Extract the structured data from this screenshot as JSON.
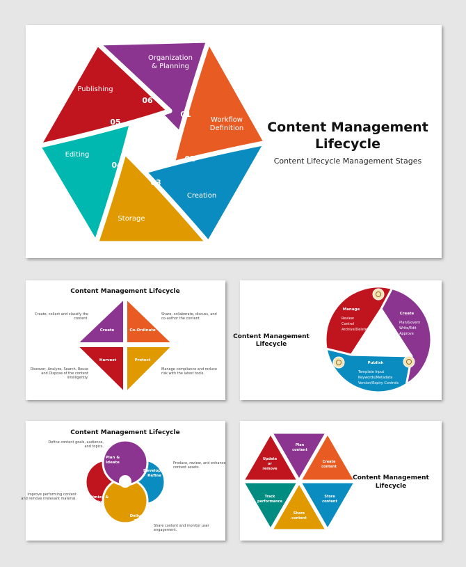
{
  "colors": {
    "purple": "#8B3590",
    "orange": "#E85C24",
    "blue": "#0B8CC0",
    "gold": "#E09A00",
    "teal": "#00B8B0",
    "red": "#C0141E",
    "green": "#008C80"
  },
  "main": {
    "title_line1": "Content Management",
    "title_line2": "Lifecycle",
    "subtitle": "Content Lifecycle Management Stages",
    "stages": [
      {
        "num": "01",
        "label1": "Organization",
        "label2": "& Planning"
      },
      {
        "num": "02",
        "label1": "Workflow",
        "label2": "Definition"
      },
      {
        "num": "03",
        "label1": "Creation",
        "label2": ""
      },
      {
        "num": "04",
        "label1": "Storage",
        "label2": ""
      },
      {
        "num": "05",
        "label1": "Editing",
        "label2": ""
      },
      {
        "num": "06",
        "label1": "Publishing",
        "label2": ""
      }
    ]
  },
  "slide2": {
    "title": "Content Management Lifecycle",
    "quadrants": [
      {
        "label": "Create",
        "desc1": "Create, collect and classify the",
        "desc2": "content.",
        "desc3": ""
      },
      {
        "label": "Co-Ordinate",
        "desc1": "Share, collaborate, discuss, and",
        "desc2": "co-author the content.",
        "desc3": ""
      },
      {
        "label": "Harvest",
        "desc1": "Discover, Analyze, Search, Reuse",
        "desc2": "and Dispose of the content",
        "desc3": "intelligently."
      },
      {
        "label": "Protect",
        "desc1": "Manage compliance and reduce",
        "desc2": "risk with the latest tools.",
        "desc3": ""
      }
    ]
  },
  "slide3": {
    "title_line1": "Content Management",
    "title_line2": "Lifecycle",
    "sections": [
      {
        "label": "Manage",
        "items": [
          "Review",
          "Control",
          "Archive/Delete"
        ]
      },
      {
        "label": "Create",
        "items": [
          "Plan/Govern",
          "Write/Edit",
          "Approve"
        ]
      },
      {
        "label": "Publish",
        "items": [
          "Template Input",
          "Keywords/Metadata",
          "Version/Expiry Controls"
        ]
      }
    ]
  },
  "slide4": {
    "title": "Content Management Lifecycle",
    "petals": [
      {
        "label1": "Plan &",
        "label2": "Ideate",
        "desc1": "Define content goals, audience,",
        "desc2": "and topics."
      },
      {
        "label1": "Develop &",
        "label2": "Refine",
        "desc1": "Produce, review, and enhance",
        "desc2": "content assets."
      },
      {
        "label1": "Deliver &",
        "label2": "Track",
        "desc1": "Share content and monitor user",
        "desc2": "engagement."
      },
      {
        "label1": "Optimize &",
        "label2": "Retire",
        "desc1": "Improve performing content",
        "desc2": "and remove irrelevant material."
      }
    ]
  },
  "slide5": {
    "title_line1": "Content Management",
    "title_line2": "Lifecycle",
    "triangles": [
      {
        "l1": "Plan",
        "l2": "content",
        "l3": ""
      },
      {
        "l1": "Create",
        "l2": "content",
        "l3": ""
      },
      {
        "l1": "Store",
        "l2": "content",
        "l3": ""
      },
      {
        "l1": "Share",
        "l2": "content",
        "l3": ""
      },
      {
        "l1": "Track",
        "l2": "performance",
        "l3": ""
      },
      {
        "l1": "Update",
        "l2": "or",
        "l3": "remove"
      }
    ]
  }
}
